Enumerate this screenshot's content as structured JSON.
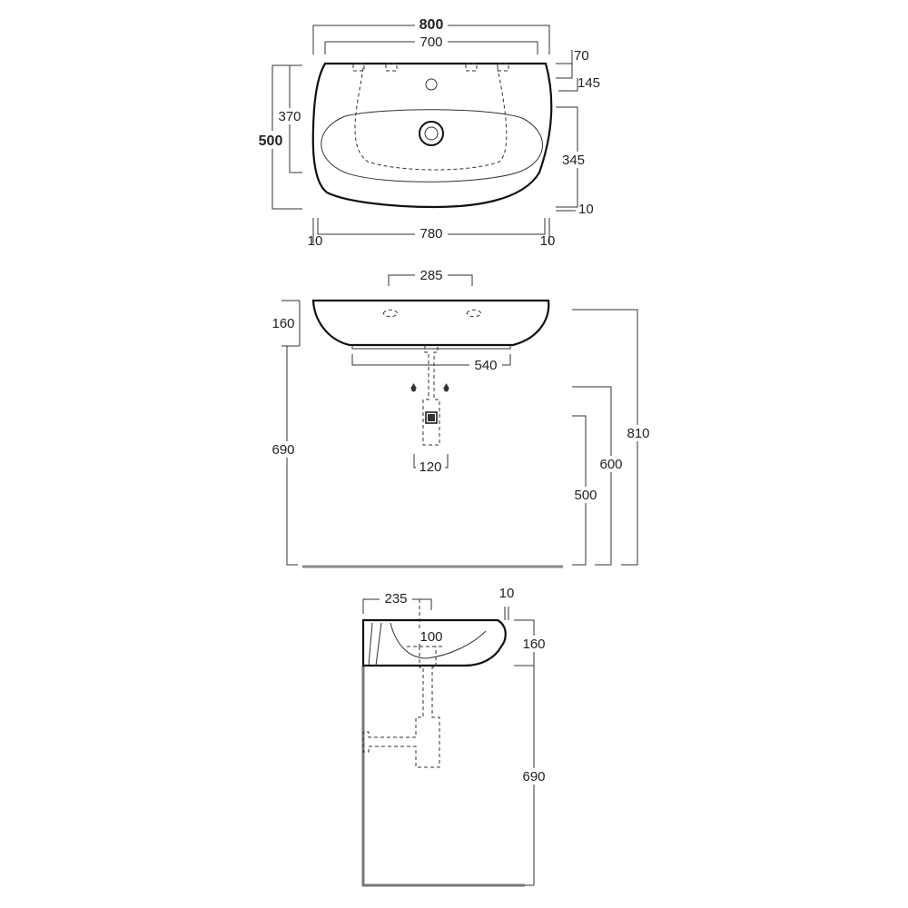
{
  "top_view": {
    "dim_overall_width": "800",
    "dim_inner_width": "700",
    "dim_depth": "500",
    "dim_inner_depth": "370",
    "dim_back_70": "70",
    "dim_back_145": "145",
    "dim_front_345": "345",
    "dim_front_10": "10",
    "dim_bottom_width": "780",
    "dim_bottom_left_10": "10",
    "dim_bottom_right_10": "10"
  },
  "front_view": {
    "dim_bracket_spacing": "285",
    "dim_basin_height": "160",
    "dim_base_width": "540",
    "dim_trap_width": "120",
    "dim_below_basin": "690",
    "dim_total_height": "810",
    "dim_600": "600",
    "dim_500": "500"
  },
  "side_view": {
    "dim_235": "235",
    "dim_10": "10",
    "dim_100": "100",
    "dim_basin_height": "160",
    "dim_below_basin": "690"
  },
  "colors": {
    "line": "#111111",
    "floor": "#888888"
  }
}
